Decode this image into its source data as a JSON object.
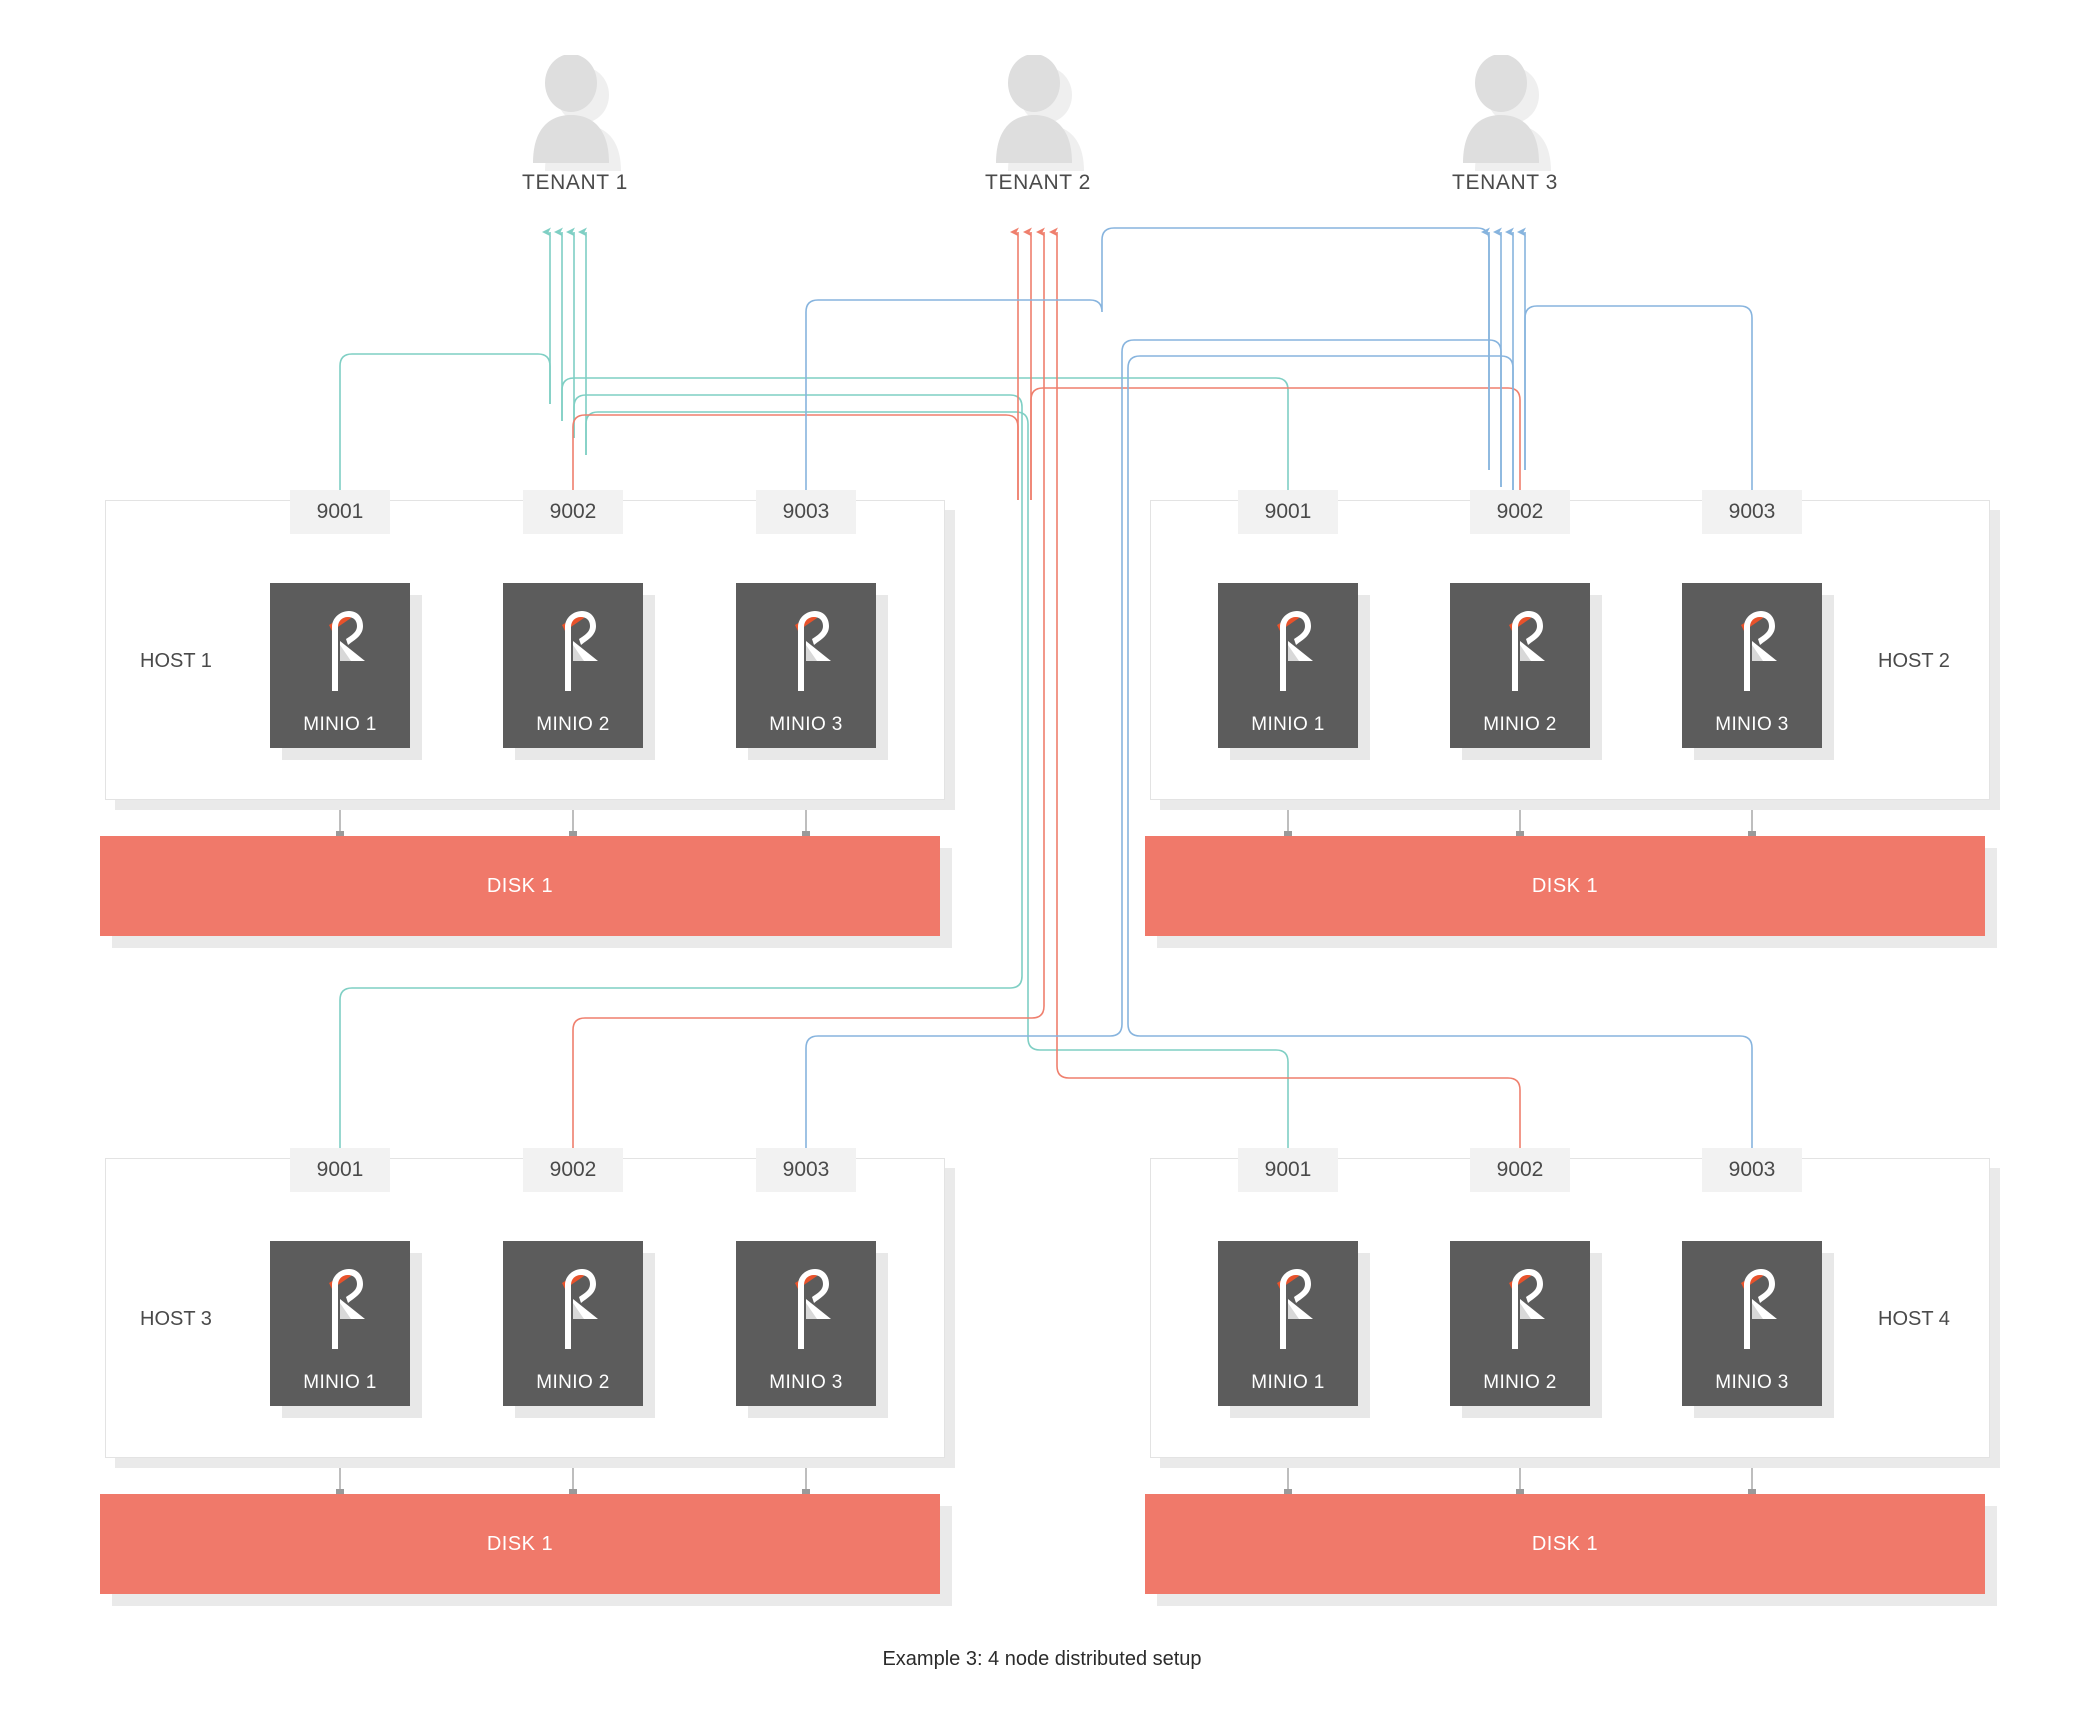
{
  "caption": "Example 3: 4 node distributed setup",
  "colors": {
    "tenant1": "#7fcfc4",
    "tenant2": "#ef7f6d",
    "tenant3": "#87b4de",
    "minio_box": "#5c5c5c",
    "disk": "#f0796a",
    "port_box": "#f2f2f2",
    "avatar": "#dedede",
    "connector": "#9a9a9a",
    "text": "#4a4a4a"
  },
  "tenants": [
    {
      "label": "TENANT 1",
      "icon": "user-icon",
      "color_key": "tenant1",
      "arrows": 4
    },
    {
      "label": "TENANT 2",
      "icon": "user-icon",
      "color_key": "tenant2",
      "arrows": 4
    },
    {
      "label": "TENANT 3",
      "icon": "user-icon",
      "color_key": "tenant3",
      "arrows": 4
    }
  ],
  "hosts": [
    {
      "label": "HOST 1",
      "label_side": "left",
      "nodes": [
        {
          "port": "9001",
          "name": "MINIO 1",
          "color_key": "tenant1",
          "icon": "minio-logo-icon"
        },
        {
          "port": "9002",
          "name": "MINIO 2",
          "color_key": "tenant2",
          "icon": "minio-logo-icon"
        },
        {
          "port": "9003",
          "name": "MINIO 3",
          "color_key": "tenant3",
          "icon": "minio-logo-icon"
        }
      ],
      "disk": "DISK 1"
    },
    {
      "label": "HOST 2",
      "label_side": "right",
      "nodes": [
        {
          "port": "9001",
          "name": "MINIO 1",
          "color_key": "tenant1",
          "icon": "minio-logo-icon"
        },
        {
          "port": "9002",
          "name": "MINIO 2",
          "color_key": "tenant2",
          "icon": "minio-logo-icon"
        },
        {
          "port": "9003",
          "name": "MINIO 3",
          "color_key": "tenant3",
          "icon": "minio-logo-icon"
        }
      ],
      "disk": "DISK 1"
    },
    {
      "label": "HOST 3",
      "label_side": "left",
      "nodes": [
        {
          "port": "9001",
          "name": "MINIO 1",
          "color_key": "tenant1",
          "icon": "minio-logo-icon"
        },
        {
          "port": "9002",
          "name": "MINIO 2",
          "color_key": "tenant2",
          "icon": "minio-logo-icon"
        },
        {
          "port": "9003",
          "name": "MINIO 3",
          "color_key": "tenant3",
          "icon": "minio-logo-icon"
        }
      ],
      "disk": "DISK 1"
    },
    {
      "label": "HOST 4",
      "label_side": "right",
      "nodes": [
        {
          "port": "9001",
          "name": "MINIO 1",
          "color_key": "tenant1",
          "icon": "minio-logo-icon"
        },
        {
          "port": "9002",
          "name": "MINIO 2",
          "color_key": "tenant2",
          "icon": "minio-logo-icon"
        },
        {
          "port": "9003",
          "name": "MINIO 3",
          "color_key": "tenant3",
          "icon": "minio-logo-icon"
        }
      ],
      "disk": "DISK 1"
    }
  ],
  "routing_note": {
    "tenant1_connects_ports": [
      "9001"
    ],
    "tenant2_connects_ports": [
      "9002"
    ],
    "tenant3_connects_ports": [
      "9003"
    ]
  }
}
